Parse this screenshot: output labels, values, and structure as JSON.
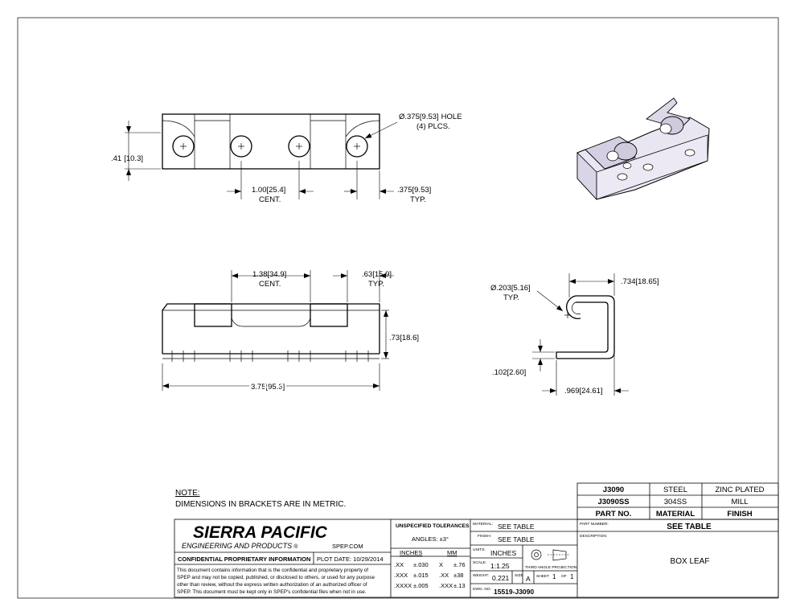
{
  "notes": {
    "heading": "NOTE:",
    "text": "DIMENSIONS IN BRACKETS ARE IN METRIC."
  },
  "top_view": {
    "height_in": ".41",
    "height_mm": "10.3",
    "hole_label": "Ø.375",
    "hole_mm": "9.53",
    "hole_word": "HOLE",
    "hole_count": "(4) PLCS.",
    "cent_in": "1.00",
    "cent_mm": "25.4",
    "cent_label": "CENT.",
    "edge_in": ".375",
    "edge_mm": "9.53",
    "edge_label": "TYP."
  },
  "front_view": {
    "cent_in": "1.38",
    "cent_mm": "34.9",
    "cent_label": "CENT.",
    "knuckle_in": ".63",
    "knuckle_mm": "15.9",
    "knuckle_label": "TYP.",
    "height_in": ".73",
    "height_mm": "18.6",
    "length_in": "3.75",
    "length_mm": "95.3"
  },
  "side_view": {
    "pin_label": "Ø.203",
    "pin_mm": "5.16",
    "pin_typ": "TYP.",
    "width_in": ".734",
    "width_mm": "18.65",
    "thick_in": ".102",
    "thick_mm": "2.60",
    "depth_in": ".969",
    "depth_mm": "24.61"
  },
  "parts_table": {
    "rows": [
      {
        "part": "J3090",
        "material": "STEEL",
        "finish": "ZINC PLATED"
      },
      {
        "part": "J3090SS",
        "material": "304SS",
        "finish": "MILL"
      }
    ],
    "header": {
      "part": "PART NO.",
      "material": "MATERIAL",
      "finish": "FINISH"
    }
  },
  "title_block": {
    "company": "SIERRA PACIFIC",
    "company_sub": "ENGINEERING AND PRODUCTS",
    "registered": "®",
    "website": "SPEP.COM",
    "confidential_title": "CONFIDENTIAL PROPRIETARY INFORMATION",
    "plot_date": "PLOT DATE: 10/29/2014",
    "confidential_lines": [
      "This document contains information that is the confidential and proprietary property of",
      "SPEP and may not be copied, published, or disclosed to others, or used for any purpose",
      "other than review, without the express written authorization of an authorized officer of",
      "SPEP. This document must be kept only in SPEP's confidential files when not in use."
    ],
    "tolerances_title": "UNSPECIFIED TOLERANCES",
    "angles": "ANGLES: ±3°",
    "inches_header": "INCHES",
    "mm_header": "MM",
    "tolerance_rows": [
      {
        "in_place": ".XX",
        "in_val": "±.030",
        "mm_place": "X",
        "mm_val": "±.76"
      },
      {
        "in_place": ".XXX",
        "in_val": "±.015",
        "mm_place": ".XX",
        "mm_val": "±38"
      },
      {
        "in_place": ".XXXX",
        "in_val": "±.005",
        "mm_place": ".XXX",
        "mm_val": "±.13"
      }
    ],
    "material_label": "MATERIAL:",
    "material_value": "SEE TABLE",
    "finish_label": "FINISH:",
    "finish_value": "SEE TABLE",
    "units_label": "UNITS:",
    "units_value": "INCHES",
    "projection_label": "THIRD ANGLE PROJECTION",
    "scale_label": "SCALE:",
    "scale_value": "1:1.25",
    "weight_label": "WEIGHT:",
    "weight_value": "0.221",
    "size_label": "SIZE",
    "size_value": "A",
    "sheet_label": "SHEET",
    "sheet_value": "1",
    "of_label": "OF",
    "sheet_total": "1",
    "dwg_label": "DWG. NO.",
    "dwg_value": "15519-J3090",
    "part_number_label": "PART NUMBER:",
    "part_number_value": "SEE TABLE",
    "description_label": "DESCRIPTION:",
    "description_value": "BOX LEAF"
  }
}
